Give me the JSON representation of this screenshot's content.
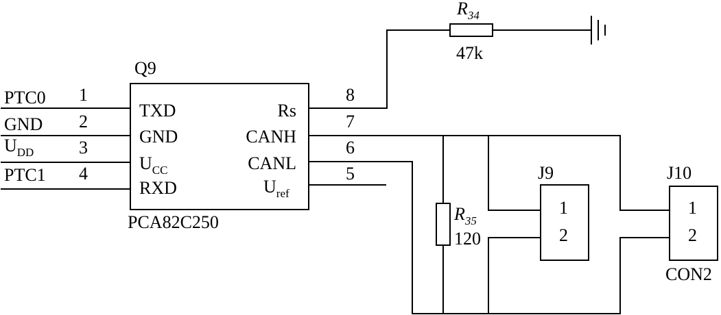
{
  "chip": {
    "ref": "Q9",
    "part": "PCA82C250",
    "left_pins": [
      {
        "num": "1",
        "signal": "PTC0",
        "name": "TXD",
        "name_sub": ""
      },
      {
        "num": "2",
        "signal": "GND",
        "name": "GND",
        "name_sub": ""
      },
      {
        "num": "3",
        "signal": "U",
        "signal_sub": "DD",
        "name": "U",
        "name_sub": "CC"
      },
      {
        "num": "4",
        "signal": "PTC1",
        "name": "RXD",
        "name_sub": ""
      }
    ],
    "right_pins": [
      {
        "num": "8",
        "name": "Rs",
        "name_sub": ""
      },
      {
        "num": "7",
        "name": "CANH",
        "name_sub": ""
      },
      {
        "num": "6",
        "name": "CANL",
        "name_sub": ""
      },
      {
        "num": "5",
        "name": "U",
        "name_sub": "ref"
      }
    ]
  },
  "resistors": {
    "r34": {
      "ref": "R",
      "ref_sub": "34",
      "value": "47k"
    },
    "r35": {
      "ref": "R",
      "ref_sub": "35",
      "value": "120"
    }
  },
  "connectors": {
    "j9": {
      "ref": "J9",
      "pin1": "1",
      "pin2": "2"
    },
    "j10": {
      "ref": "J10",
      "pin1": "1",
      "pin2": "2",
      "part": "CON2"
    }
  }
}
